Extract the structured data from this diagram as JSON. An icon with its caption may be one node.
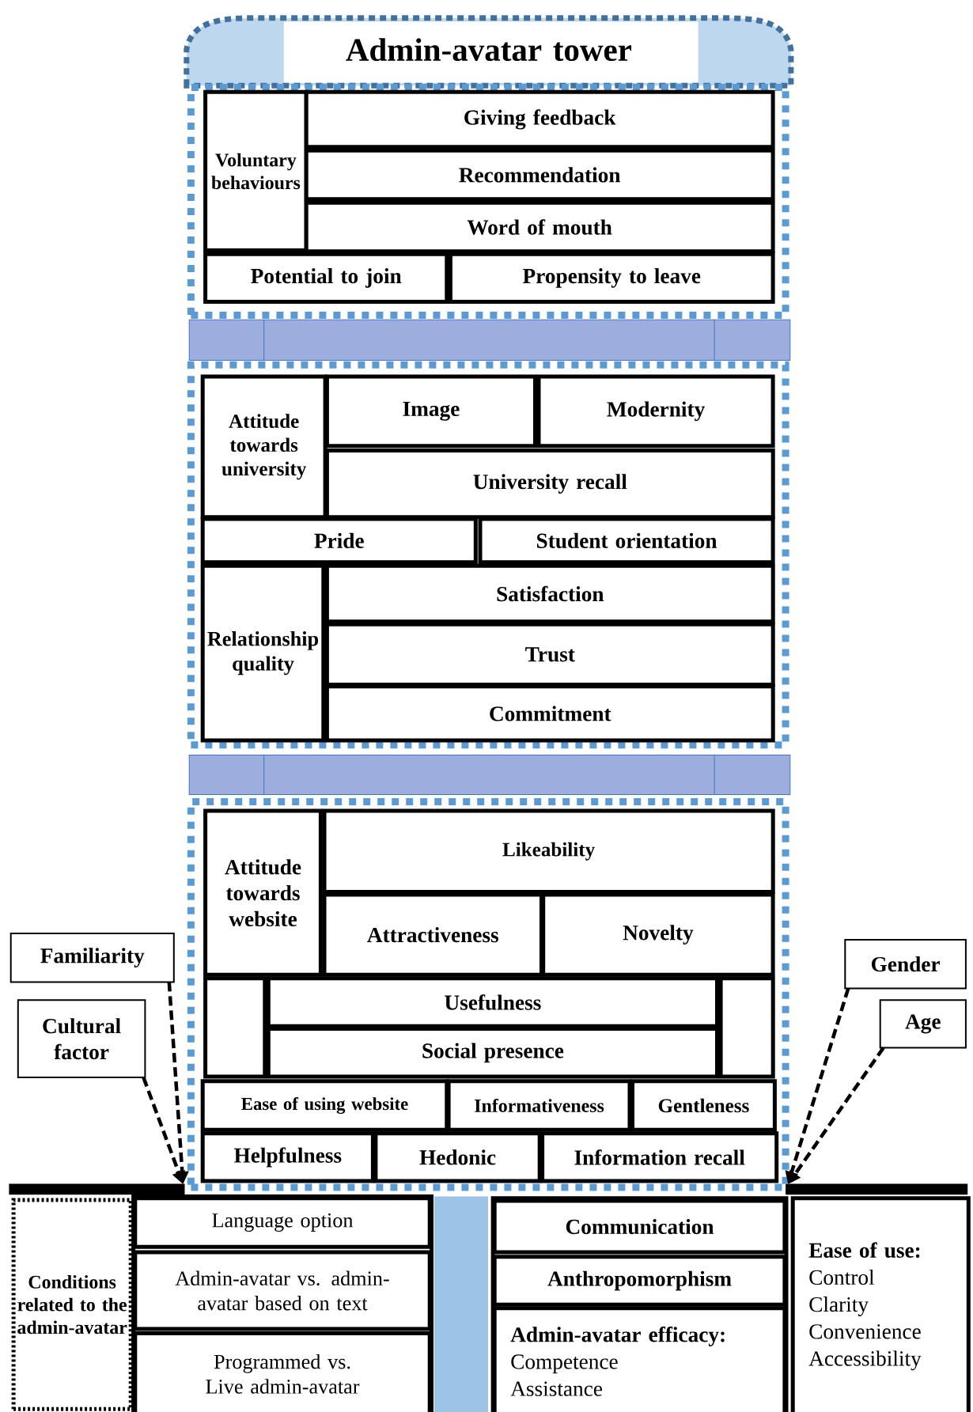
{
  "diagram": {
    "nodes": [
      {
        "text": [
          "Admin-avatar tower"
        ]
      },
      {
        "text": [],
        "shape": "box"
      },
      {
        "text": [
          "Voluntary behaviours"
        ],
        "in": 1
      },
      {
        "text": [
          "Giving feedback"
        ],
        "in": 1
      },
      {
        "text": [
          "Recommendation"
        ],
        "in": 1
      },
      {
        "text": [
          "Word of mouth"
        ],
        "in": 1
      },
      {
        "text": [
          "Potential to join"
        ],
        "in": 1
      },
      {
        "text": [
          "Propensity to leave"
        ],
        "in": 1
      },
      {
        "text": [],
        "shape": "box"
      },
      {
        "text": [
          "Attitude towards university"
        ],
        "in": 8
      },
      {
        "text": [
          "Image"
        ],
        "in": 8
      },
      {
        "text": [
          "Modernity"
        ],
        "in": 8
      },
      {
        "text": [
          "University recall"
        ],
        "in": 8
      },
      {
        "text": [
          "Pride"
        ],
        "in": 8
      },
      {
        "text": [
          "Student orientation"
        ],
        "in": 8
      },
      {
        "text": [
          "Relationship quality"
        ],
        "in": 8
      },
      {
        "text": [
          "Satisfaction"
        ],
        "in": 8
      },
      {
        "text": [
          "Trust"
        ],
        "in": 8
      },
      {
        "text": [
          "Commitment"
        ],
        "in": 8
      },
      {
        "text": [],
        "shape": "box"
      },
      {
        "text": [
          "Attitude towards website"
        ],
        "in": 19
      },
      {
        "text": [
          "Likeability"
        ],
        "in": 19
      },
      {
        "text": [
          "Attractiveness"
        ],
        "in": 19
      },
      {
        "text": [
          "Novelty"
        ],
        "in": 19
      },
      {
        "text": [],
        "shape": "box",
        "in": 19
      },
      {
        "text": [
          "Usefulness"
        ],
        "in": 19
      },
      {
        "text": [
          "Social presence"
        ],
        "in": 19
      },
      {
        "text": [],
        "shape": "box",
        "in": 19
      },
      {
        "text": [
          "Ease of using website"
        ],
        "in": 19
      },
      {
        "text": [
          "Informativeness"
        ],
        "in": 19
      },
      {
        "text": [
          "Gentleness"
        ],
        "in": 19
      },
      {
        "text": [
          "Helpfulness"
        ],
        "in": 19
      },
      {
        "text": [
          "Hedonic"
        ],
        "in": 19
      },
      {
        "text": [
          "Information recall"
        ],
        "in": 19
      },
      {
        "text": [
          "Familiarity"
        ]
      },
      {
        "text": [
          "Cultural factor"
        ]
      },
      {
        "text": [
          "Gender"
        ]
      },
      {
        "text": [
          "Age"
        ]
      },
      {
        "text": [
          "Conditions related to the admin-avatar"
        ]
      },
      {
        "text": [
          "Language option"
        ]
      },
      {
        "text": [
          "Admin-avatar vs. admin-avatar based on text"
        ]
      },
      {
        "text": [
          "Programmed vs. Live admin-avatar"
        ]
      },
      {
        "text": [
          "Communication"
        ]
      },
      {
        "text": [
          "Anthropomorphism"
        ]
      },
      {
        "text": [
          "Admin-avatar efficacy:",
          "Competence",
          "Assistance"
        ]
      },
      {
        "text": [
          "Ease of use:",
          "Control",
          "Clarity",
          "Convenience",
          "Accessibility"
        ]
      },
      {
        "text": [],
        "shape": "bar"
      }
    ],
    "edges": [
      {
        "from": 34,
        "to": 19,
        "arrow": "to",
        "style": "dashed"
      },
      {
        "from": 35,
        "to": 19,
        "arrow": "to",
        "style": "dashed"
      },
      {
        "from": 36,
        "to": 19,
        "arrow": "to",
        "style": "dashed"
      },
      {
        "from": 37,
        "to": 19,
        "arrow": "to",
        "style": "dashed"
      }
    ]
  }
}
